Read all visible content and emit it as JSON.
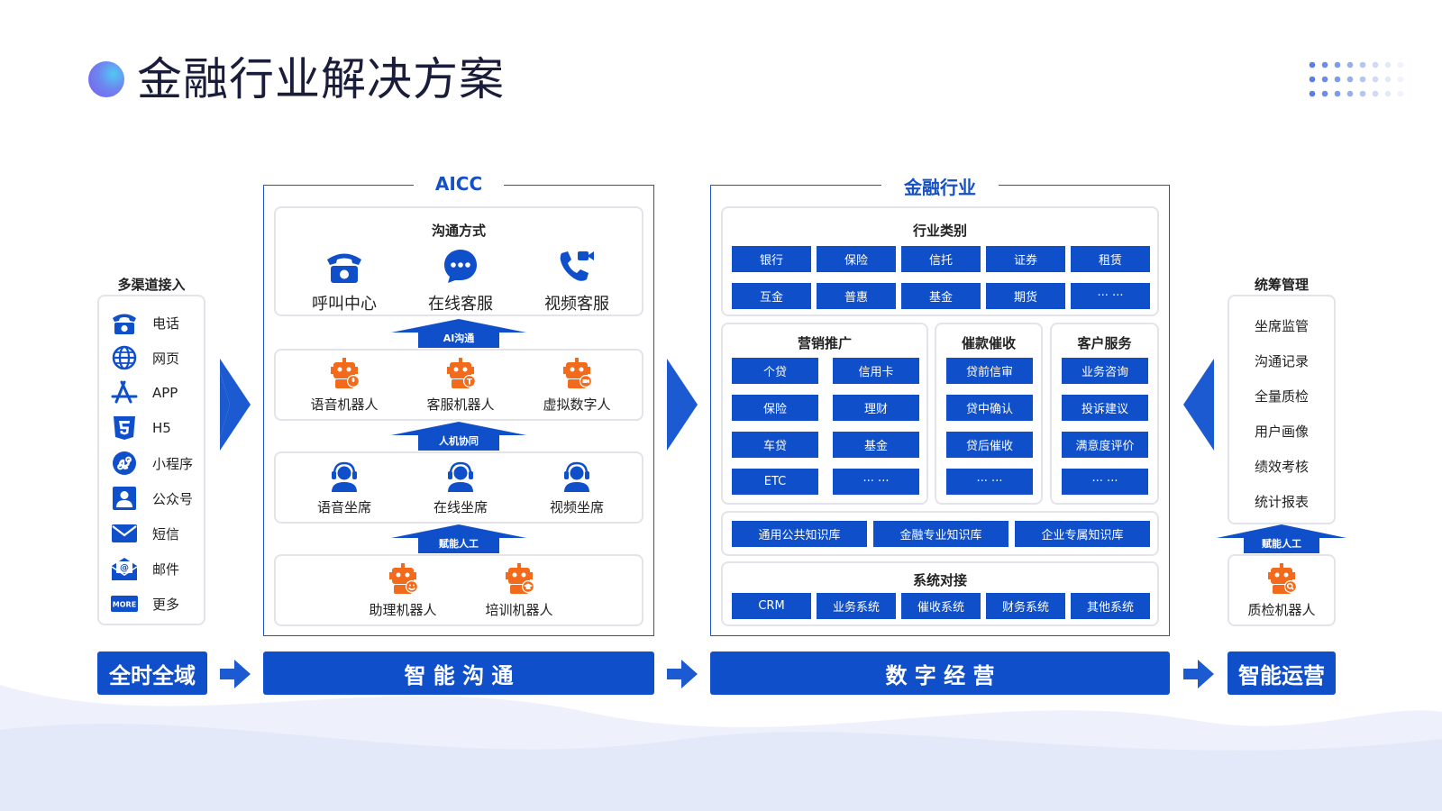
{
  "title": "金融行业解决方案",
  "colors": {
    "primary": "#0f4fc9",
    "accent": "#f26b1d",
    "border": "#e2e4ea"
  },
  "channels": {
    "title": "多渠道接入",
    "items": [
      {
        "label": "电话",
        "icon": "telephone-icon"
      },
      {
        "label": "网页",
        "icon": "globe-icon"
      },
      {
        "label": "APP",
        "icon": "app-store-icon"
      },
      {
        "label": "H5",
        "icon": "html5-icon"
      },
      {
        "label": "小程序",
        "icon": "mini-program-icon"
      },
      {
        "label": "公众号",
        "icon": "official-account-icon"
      },
      {
        "label": "短信",
        "icon": "sms-icon"
      },
      {
        "label": "邮件",
        "icon": "mail-icon"
      },
      {
        "label": "更多",
        "icon": "more-icon",
        "badge": "MORE"
      }
    ]
  },
  "aicc": {
    "title": "AICC",
    "comm": {
      "title": "沟通方式",
      "items": [
        {
          "label": "呼叫中心",
          "icon": "telephone-icon"
        },
        {
          "label": "在线客服",
          "icon": "chat-bubble-icon"
        },
        {
          "label": "视频客服",
          "icon": "video-call-icon"
        }
      ]
    },
    "chevrons": {
      "ai": "AI沟通",
      "human": "人机协同",
      "empower": "赋能人工"
    },
    "robots": [
      {
        "label": "语音机器人",
        "icon": "voice-robot-icon"
      },
      {
        "label": "客服机器人",
        "icon": "service-robot-icon"
      },
      {
        "label": "虚拟数字人",
        "icon": "digital-human-robot-icon"
      }
    ],
    "seats": [
      {
        "label": "语音坐席",
        "icon": "headset-agent-icon"
      },
      {
        "label": "在线坐席",
        "icon": "headset-agent-icon"
      },
      {
        "label": "视频坐席",
        "icon": "headset-agent-icon"
      }
    ],
    "assist": [
      {
        "label": "助理机器人",
        "icon": "assistant-robot-icon"
      },
      {
        "label": "培训机器人",
        "icon": "training-robot-icon"
      }
    ]
  },
  "finance": {
    "title": "金融行业",
    "category": {
      "title": "行业类别",
      "row1": [
        "银行",
        "保险",
        "信托",
        "证券",
        "租赁"
      ],
      "row2": [
        "互金",
        "普惠",
        "基金",
        "期货",
        "··· ···"
      ]
    },
    "marketing": {
      "title": "营销推广",
      "left": [
        "个贷",
        "保险",
        "车贷",
        "ETC"
      ],
      "right": [
        "信用卡",
        "理财",
        "基金",
        "··· ···"
      ]
    },
    "collection": {
      "title": "催款催收",
      "items": [
        "贷前信审",
        "贷中确认",
        "贷后催收",
        "··· ···"
      ]
    },
    "service": {
      "title": "客户服务",
      "items": [
        "业务咨询",
        "投诉建议",
        "满意度评价",
        "··· ···"
      ]
    },
    "knowledge": [
      "通用公共知识库",
      "金融专业知识库",
      "企业专属知识库"
    ],
    "systems": {
      "title": "系统对接",
      "items": [
        "CRM",
        "业务系统",
        "催收系统",
        "财务系统",
        "其他系统"
      ]
    }
  },
  "management": {
    "title": "统筹管理",
    "items": [
      "坐席监管",
      "沟通记录",
      "全量质检",
      "用户画像",
      "绩效考核",
      "统计报表"
    ],
    "chevron": "赋能人工",
    "robot": {
      "label": "质检机器人",
      "icon": "qc-robot-icon"
    }
  },
  "bottom": {
    "b1": "全时全域",
    "b2": "智 能 沟 通",
    "b3": "数 字 经 营",
    "b4": "智能运营"
  }
}
